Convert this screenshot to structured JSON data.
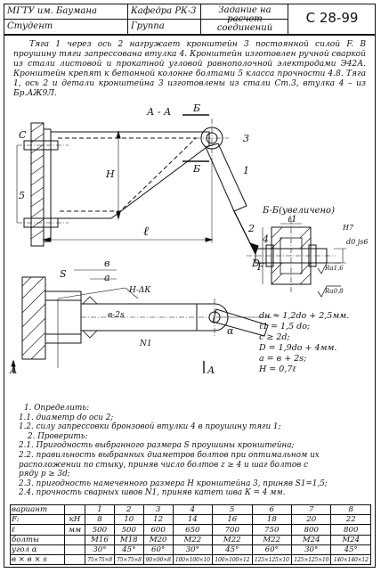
{
  "header": {
    "university": "МГТУ им. Баумана",
    "student": "Студент",
    "department": "Кафедра РК-3",
    "group": "Группа",
    "assignment": "Задание на расчет соединений",
    "code": "С 28-99"
  },
  "task_text": "Тяга 1 через ось 2 нагружает кронштейн 3 постоянной силой F. В проушину тяги запрессована втулка 4. Кронштейн изготовлен ручной сваркой из стали листовой и прокатной угловой равнополочной электродами Э42А. Кронштейн крепят к бетонной колонне болтами 5 класса прочности 4.8. Тяга 1, ось 2 и детали кронштейна 3 изготовлены из стали Ст.3, втулка 4 – из Бр.АЖ9Л.",
  "drawing": {
    "section_aa": "А - А",
    "section_bb": "Б-Б(увеличено)",
    "label_b": "Б",
    "label_c": "С",
    "label_a": "А",
    "num_1": "1",
    "num_2": "2",
    "num_3": "3",
    "num_4": "4",
    "num_5": "5",
    "dim_h": "Н",
    "dim_l": "ℓ",
    "dim_l1": "ℓ1",
    "dim_d": "D",
    "dim_fit": "Н7",
    "dim_d0": "d0 js6",
    "dim_s": "S",
    "dim_b": "в",
    "dim_a": "а",
    "weld_label": "Н-ΔК",
    "weld_n1": "N1",
    "dim_e2s": "в-2s",
    "angle": "α",
    "rough1": "Ra1,6",
    "rough2": "Ra0,8",
    "force": "F"
  },
  "params": [
    "dн ≈ 1,2dо + 2,5мм.",
    "ℓ1 = 1,5 dо;",
    "с ≥ 2d;",
    "D = 1,9dо + 4мм.",
    "а = в + 2s;",
    "Н = 0,7ℓ"
  ],
  "questions": [
    "1. Определить:",
    "1.1. диаметр  dо  оси 2;",
    "1.2. силу запрессовки бронзовой втулки 4 в проушину тяги 1;",
    "2. Проверить:",
    "2.1. Пригодность выбранного размера S проушины кронштейна;",
    "2.2. правильность выбранных диаметров болтов при оптимальном их",
    "расположении по стыку, приняв число болтов  z ≥ 4  и шаг болтов  с",
    "ряду  р ≥ 3d;",
    "2.3. пригодность намеченного размера Н кронштейна 3, приняв S1=1,5;",
    "2.4. прочность сварных швов N1, приняв катет шва  К = 4 мм."
  ],
  "table": {
    "header": {
      "label": "вариант",
      "unit": "",
      "values": [
        "1",
        "2",
        "3",
        "4",
        "5",
        "6",
        "7",
        "8"
      ]
    },
    "rows": [
      {
        "label": "F:",
        "unit": "кН",
        "values": [
          "8",
          "10",
          "12",
          "14",
          "16",
          "18",
          "20",
          "22"
        ]
      },
      {
        "label": "ℓ",
        "unit": "мм",
        "values": [
          "500",
          "500",
          "600",
          "650",
          "700",
          "750",
          "800",
          "800"
        ]
      },
      {
        "label": "болты",
        "unit": "",
        "values": [
          "М16",
          "М18",
          "М20",
          "М22",
          "М22",
          "М22",
          "М24",
          "М24"
        ]
      },
      {
        "label": "угол  α",
        "unit": "",
        "values": [
          "30°",
          "45°",
          "60°",
          "30°",
          "45°",
          "60°",
          "30°",
          "45°"
        ]
      },
      {
        "label": "в × в × s",
        "unit": "",
        "values": [
          "75×75×8",
          "75×75×8",
          "90×90×8",
          "100×100×10",
          "100×100×12",
          "125×125×10",
          "125×125×10",
          "140×140×12"
        ]
      }
    ]
  }
}
